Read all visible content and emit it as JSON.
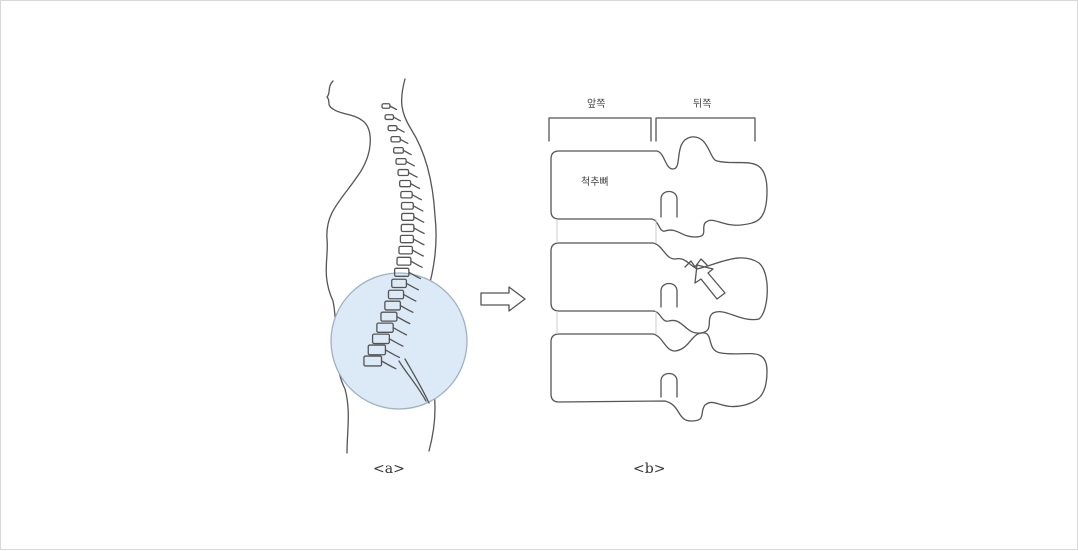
{
  "figure_a": {
    "caption": "<a>"
  },
  "figure_b": {
    "caption": "<b>",
    "label_front": "앞쪽",
    "label_back": "뒤쪽",
    "label_vertebra": "척추뼈"
  },
  "colors": {
    "highlight_fill": "#dce9f6",
    "highlight_stroke": "#9db2c5",
    "line": "#555555"
  }
}
